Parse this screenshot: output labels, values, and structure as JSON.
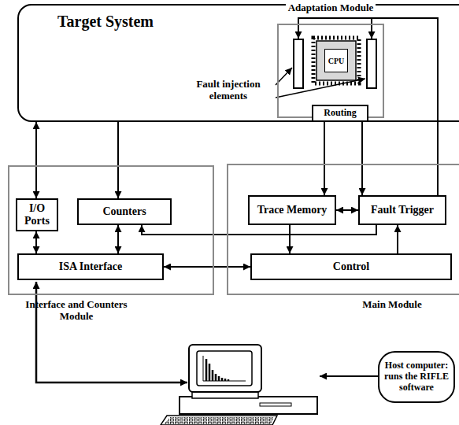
{
  "diagram": {
    "nodes": [
      {
        "text": [
          "Target System"
        ]
      },
      {
        "text": [
          "Adaptation Module"
        ],
        "in": 0
      },
      {
        "text": [
          "CPU"
        ],
        "in": 1
      },
      {
        "text": [
          "Routing"
        ],
        "in": 1
      },
      {
        "text": [
          "Interface and Counters Module"
        ]
      },
      {
        "text": [
          "I/O Ports"
        ],
        "in": 4
      },
      {
        "text": [
          "Counters"
        ],
        "in": 4
      },
      {
        "text": [
          "ISA Interface"
        ],
        "in": 4
      },
      {
        "text": [
          "Main Module"
        ]
      },
      {
        "text": [
          "Trace Memory"
        ],
        "in": 8
      },
      {
        "text": [
          "Fault Trigger"
        ],
        "in": 8
      },
      {
        "text": [
          "Control"
        ],
        "in": 8
      },
      {
        "text": [
          "Host computer: runs the RIFLE software"
        ]
      }
    ],
    "edges": [
      {
        "from": 0,
        "to": 5,
        "arrow": "both"
      },
      {
        "from": 0,
        "to": 6,
        "arrow": "to"
      },
      {
        "from": 5,
        "to": 7,
        "arrow": "both"
      },
      {
        "from": 6,
        "to": 7,
        "arrow": "both"
      },
      {
        "from": 7,
        "to": 11,
        "arrow": "both"
      },
      {
        "from": 9,
        "to": 10,
        "arrow": "both"
      },
      {
        "from": 3,
        "to": 9,
        "arrow": "to"
      },
      {
        "from": 3,
        "to": 10,
        "arrow": "to"
      },
      {
        "from": 9,
        "to": 11,
        "arrow": "to"
      },
      {
        "from": 11,
        "to": 10,
        "arrow": "to"
      },
      {
        "from": 10,
        "to": 6,
        "arrow": "to"
      }
    ],
    "labels": [
      "Fault injection elements"
    ]
  }
}
